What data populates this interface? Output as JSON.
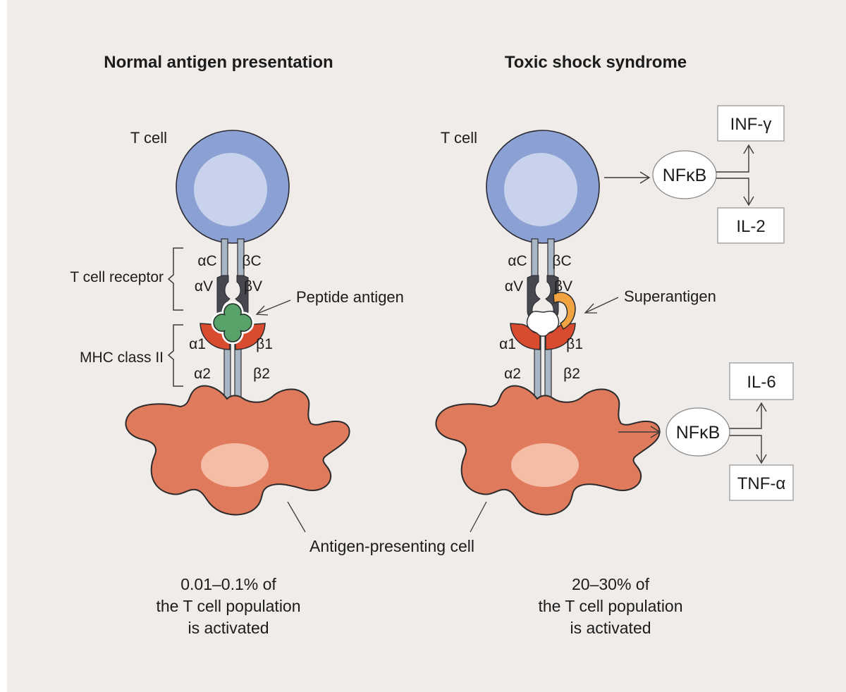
{
  "colors": {
    "background": "#f0ece9",
    "frame": "#ffffff",
    "tcell_body": "#8ba0d3",
    "tcell_nucleus": "#c9d2ed",
    "stalk": "#a9b7c4",
    "receptor_dark": "#47474f",
    "mhc_red": "#d84b2f",
    "antigen_green": "#58a169",
    "superantigen_orange": "#f2a341",
    "apc_body": "#e07a5c",
    "apc_nucleus": "#f4bda6",
    "line": "#3a3a3a"
  },
  "receptor_labels": {
    "alpha_c": "αC",
    "beta_c": "βC",
    "alpha_v": "αV",
    "beta_v": "βV",
    "alpha_1": "α1",
    "beta_1": "β1",
    "alpha_2": "α2",
    "beta_2": "β2"
  },
  "left": {
    "title": "Normal antigen presentation",
    "t_cell": "T cell",
    "bracket_tcr": "T cell receptor",
    "bracket_mhc": "MHC class II",
    "antigen_label": "Peptide antigen",
    "stats_line1": "0.01–0.1% of",
    "stats_line2": "the T cell population",
    "stats_line3": "is activated"
  },
  "right": {
    "title": "Toxic shock syndrome",
    "t_cell": "T cell",
    "antigen_label": "Superantigen",
    "nfkb_top": {
      "node": "NFκB",
      "output_up": "INF-γ",
      "output_down": "IL-2"
    },
    "nfkb_bottom": {
      "node": "NFκB",
      "output_up": "IL-6",
      "output_down": "TNF-α"
    },
    "stats_line1": "20–30% of",
    "stats_line2": "the T cell population",
    "stats_line3": "is activated"
  },
  "shared": {
    "apc_label": "Antigen-presenting cell"
  }
}
